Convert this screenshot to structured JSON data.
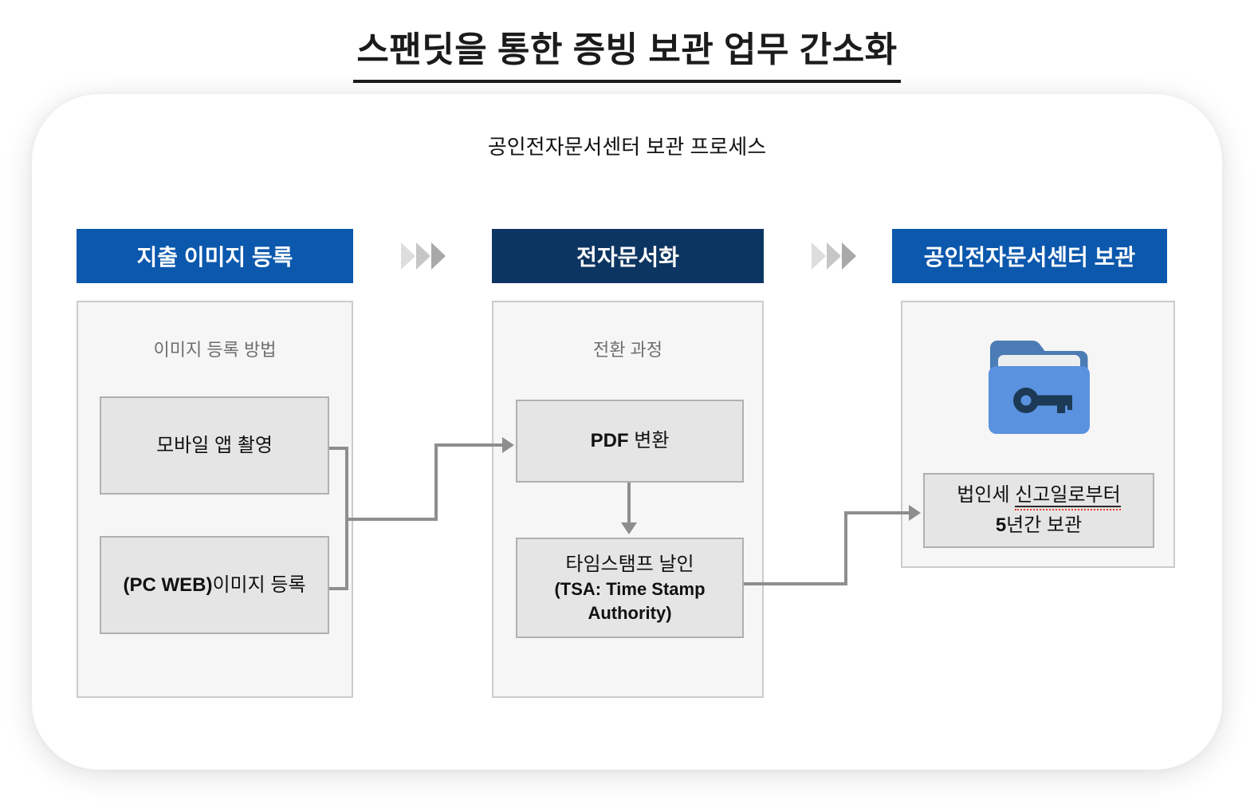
{
  "page": {
    "title": "스팬딧을 통한 증빙 보관 업무 간소화",
    "subtitle": "공인전자문서센터 보관 프로세스"
  },
  "colors": {
    "header_blue": "#0b58ad",
    "header_navy": "#0d3561",
    "panel_bg": "#f6f6f6",
    "node_bg": "#e5e5e5",
    "connector_gray": "#8e8e8e",
    "folder_front_blue": "#5a92e0",
    "folder_back_blue": "#4b7cb5",
    "key_navy": "#1c3a55",
    "spellcheck_red": "#e8392e"
  },
  "columns": [
    {
      "header": "지출 이미지 등록",
      "label": "이미지 등록 방법",
      "boxes": [
        {
          "text": "모바일 앱 촬영"
        },
        {
          "bold": "(PC WEB)",
          "text": "이미지 등록"
        }
      ]
    },
    {
      "header": "전자문서화",
      "label": "전환 과정",
      "boxes": [
        {
          "bold": "PDF",
          "text": " 변환"
        },
        {
          "line1": "타임스탬프 날인",
          "line2": "(TSA: Time Stamp",
          "line3": "Authority)"
        }
      ]
    },
    {
      "header": "공인전자문서센터 보관",
      "icon": "folder-key-icon",
      "note": {
        "prefix": "법인세 ",
        "underlined": "신고일로부터",
        "bold2": "5",
        "rest2": "년간 보관"
      }
    }
  ]
}
